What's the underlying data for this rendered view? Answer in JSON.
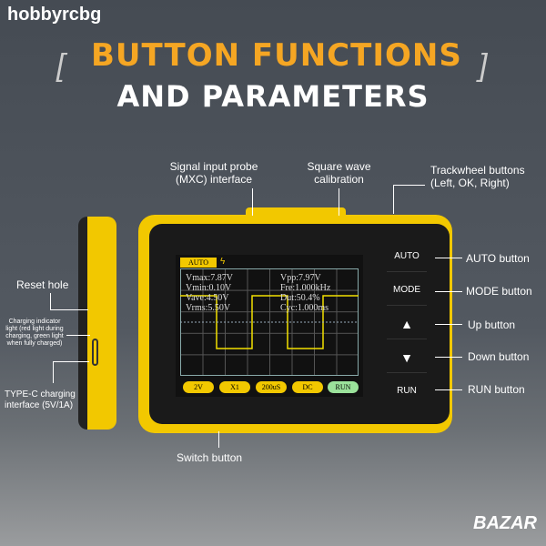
{
  "watermark": "hobbyrcbg",
  "title_line1": "BUTTON FUNCTIONS",
  "title_line2": "AND PARAMETERS",
  "callouts": {
    "probe": "Signal input probe (MXC) interface",
    "square": "Square wave calibration",
    "trackwheel": "Trackwheel buttons (Left, OK, Right)",
    "reset": "Reset hole",
    "charging": "Charging indicator light (red light during charging, green light when fully charged)",
    "typec": "TYPE-C charging interface (5V/1A)",
    "auto": "AUTO button",
    "mode": "MODE button",
    "up": "Up button",
    "down": "Down button",
    "run": "RUN button",
    "switch": "Switch button"
  },
  "screen": {
    "mode": "AUTO",
    "measurements": [
      "Vmax:7.87V",
      "Vmin:0.10V",
      "Vave:4.50V",
      "Vrms:5.50V"
    ],
    "measurements2": [
      "Vpp:7.97V",
      "Fre:1.000kHz",
      "Dut:50.4%",
      "Cyc:1.000ms"
    ],
    "pills": [
      "2V",
      "X1",
      "200uS",
      "DC",
      "RUN"
    ]
  },
  "buttons": [
    "AUTO",
    "MODE",
    "▲",
    "▼",
    "RUN"
  ],
  "logo": "BAZAR",
  "colors": {
    "accent": "#f5a623",
    "device": "#f2c800",
    "run": "#9be29b"
  }
}
